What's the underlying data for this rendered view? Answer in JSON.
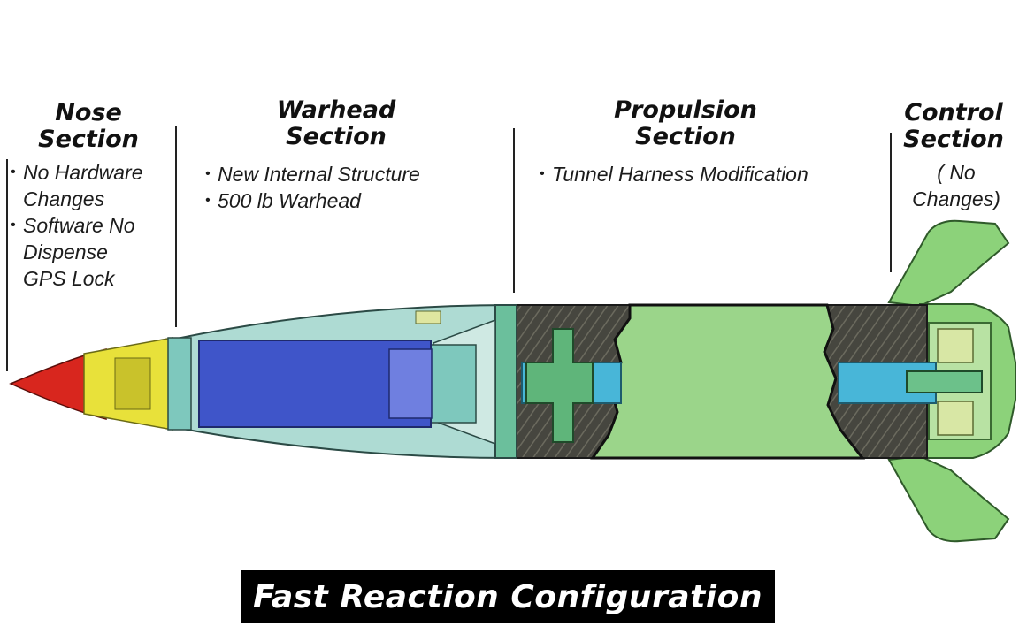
{
  "sections": {
    "nose": {
      "title_line1": "Nose",
      "title_line2": "Section",
      "bullets": [
        {
          "line1": "No Hardware",
          "line2": "Changes"
        },
        {
          "line1": "Software No",
          "line2": "Dispense",
          "line3": "GPS Lock"
        }
      ]
    },
    "warhead": {
      "title_line1": "Warhead",
      "title_line2": "Section",
      "bullets": [
        "New Internal Structure",
        "500 lb Warhead"
      ]
    },
    "propulsion": {
      "title_line1": "Propulsion",
      "title_line2": "Section",
      "bullets": [
        "Tunnel Harness Modification"
      ]
    },
    "control": {
      "title_line1": "Control",
      "title_line2": "Section",
      "note_line1": "( No",
      "note_line2": "Changes)"
    }
  },
  "banner": {
    "text": "Fast Reaction Configuration"
  },
  "colors": {
    "nose_tip": "#d8261e",
    "nose_yellow": "#e8e13a",
    "warhead_shell": "#aedbd3",
    "warhead_blue": "#3f55c9",
    "teal_structure": "#7ec8bd",
    "motor_green": "#9bd58a",
    "motor_dark": "#3a3a34",
    "tunnel_blue": "#48b6d8",
    "fin_green": "#8cd27a",
    "banner_bg": "#000000",
    "banner_text": "#ffffff"
  }
}
